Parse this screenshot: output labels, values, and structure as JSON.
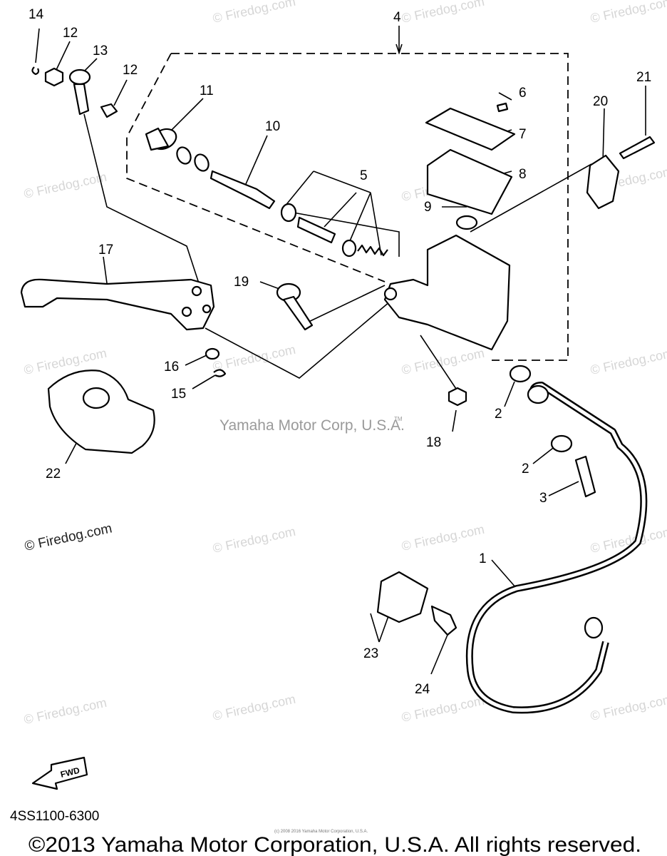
{
  "labels": {
    "l1": "1",
    "l2a": "2",
    "l2b": "2",
    "l3": "3",
    "l4": "4",
    "l5": "5",
    "l6": "6",
    "l7": "7",
    "l8": "8",
    "l9": "9",
    "l10": "10",
    "l11": "11",
    "l12a": "12",
    "l12b": "12",
    "l13": "13",
    "l14": "14",
    "l15": "15",
    "l16": "16",
    "l17": "17",
    "l18": "18",
    "l19": "19",
    "l20": "20",
    "l21": "21",
    "l22": "22",
    "l23": "23",
    "l24": "24"
  },
  "watermark": {
    "firedog": "© Firedog.com",
    "center": "Yamaha Motor Corp, U.S.A.",
    "tm": "TM"
  },
  "fwd_label": "FWD",
  "diagram_code": "4SS1100-6300",
  "fine_print": "(c) 2008 2016 Yamaha Motor Corporation, U.S.A.",
  "copyright": "©2013 Yamaha Motor Corporation, U.S.A. All rights reserved."
}
